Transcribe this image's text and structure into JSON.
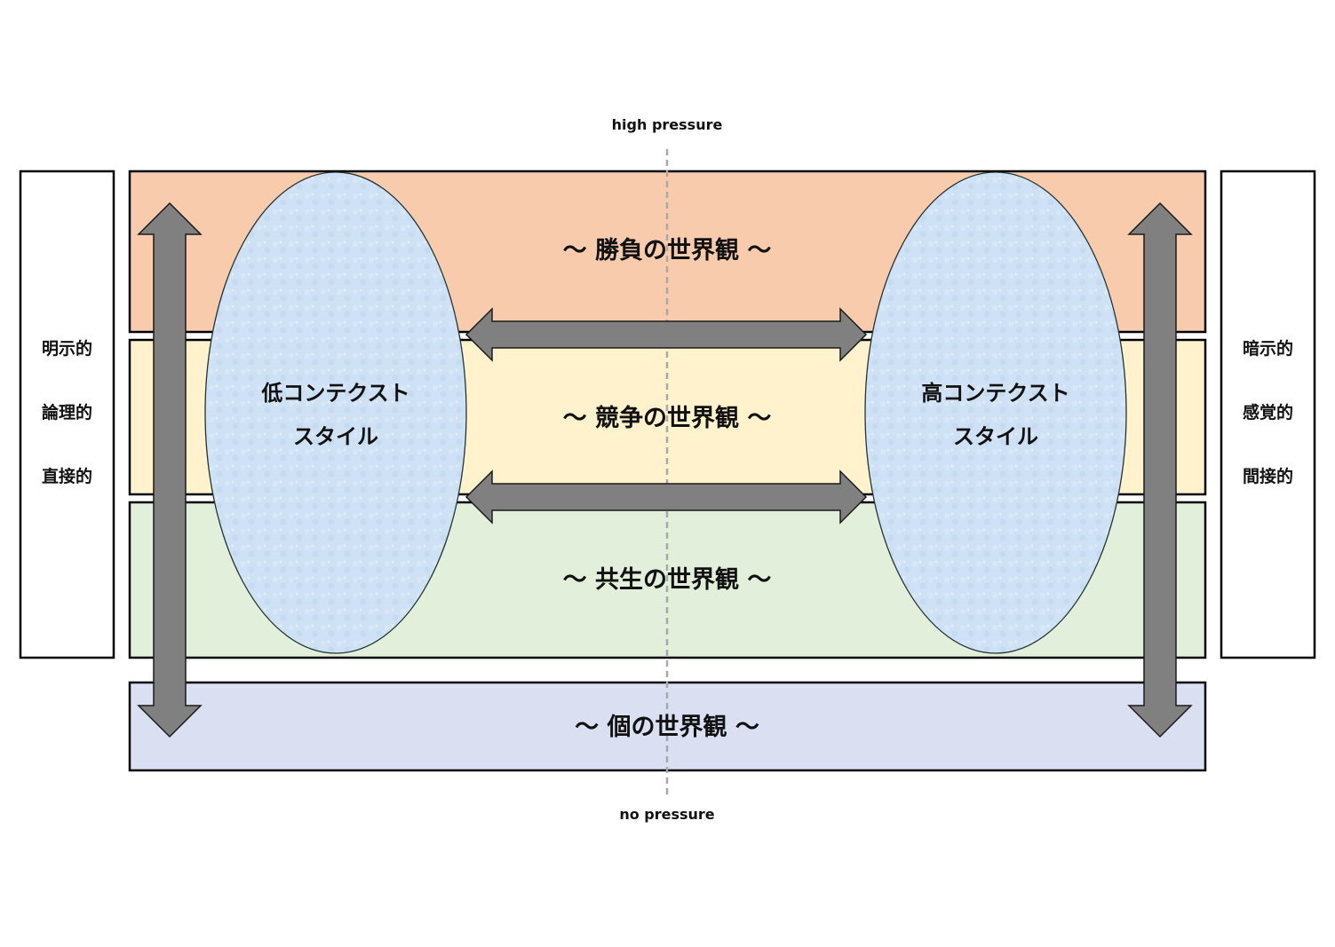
{
  "pressure": {
    "top": "high pressure",
    "bottom": "no pressure"
  },
  "left_panel": {
    "labels": [
      "明示的",
      "論理的",
      "直接的"
    ]
  },
  "right_panel": {
    "labels": [
      "暗示的",
      "感覚的",
      "間接的"
    ]
  },
  "bands": {
    "competition": {
      "label": "～ 勝負の世界観 ～",
      "color": "#f8cbad"
    },
    "rivalry": {
      "label": "～ 競争の世界観 ～",
      "color": "#fff2cc"
    },
    "coexistence": {
      "label": "～ 共生の世界観 ～",
      "color": "#e2efda"
    },
    "individual": {
      "label": "～ 個の世界観 ～",
      "color": "#dae0f2"
    }
  },
  "ovals": {
    "low_context": {
      "line1": "低コンテクスト",
      "line2": "スタイル"
    },
    "high_context": {
      "line1": "高コンテクスト",
      "line2": "スタイル"
    },
    "fill": "#cfe2f5"
  }
}
